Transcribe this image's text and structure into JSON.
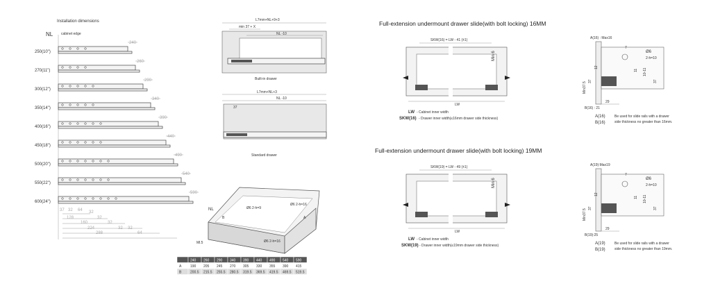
{
  "left": {
    "title": "Installation dimensions",
    "nl_label": "NL",
    "cabinet_edge": "cabinet edge",
    "slides": [
      {
        "nl": "250(10\")",
        "length": "240"
      },
      {
        "nl": "270(11\")",
        "length": "260"
      },
      {
        "nl": "300(12\")",
        "length": "290"
      },
      {
        "nl": "350(14\")",
        "length": "340"
      },
      {
        "nl": "400(16\")",
        "length": "390"
      },
      {
        "nl": "450(18\")",
        "length": "440"
      },
      {
        "nl": "500(20\")",
        "length": "490"
      },
      {
        "nl": "550(22\")",
        "length": "540"
      },
      {
        "nl": "600(24\")",
        "length": "590"
      }
    ],
    "hole_dims": [
      "37",
      "32",
      "64",
      "32",
      "128",
      "32",
      "160",
      "32",
      "224",
      "32",
      "32",
      "288",
      "64"
    ]
  },
  "center": {
    "builtin": {
      "top_dim": "L7mm+NL+9+3",
      "min_dim": "min 37 + X",
      "nl_dim": "NL -10",
      "caption": "Built-in drawer"
    },
    "standard": {
      "top_dim": "L7mm+NL+3",
      "nl_dim": "NL -10",
      "left_dim": "37",
      "caption": "Standard drawer"
    },
    "iso": {
      "labels": [
        "NL",
        "B",
        "A",
        "Ø6 2-h=9",
        "Ø6 2-h=16",
        "Ø6 2-h=16",
        "Ml.5"
      ]
    },
    "table": {
      "header": [
        "",
        "240",
        "260",
        "290",
        "340",
        "390",
        "440",
        "490",
        "540",
        "590"
      ],
      "rows": [
        [
          "A",
          "190",
          "205",
          "245",
          "270",
          "305",
          "330",
          "355",
          "390",
          "415"
        ],
        [
          "B",
          "200.5",
          "215.5",
          "255.5",
          "280.5",
          "319.5",
          "369.5",
          "419.5",
          "469.5",
          "519.5"
        ]
      ]
    }
  },
  "right": {
    "sections": [
      {
        "title": "Full-extension undermount drawer slide(with bolt locking) 16MM",
        "skw_dim": "SKW(16) = LW - 41 (±1)",
        "min_dim": "Min 6",
        "lw_dim": "LW",
        "legend_lw_key": "LW",
        "legend_lw": " - Cabinet inner width",
        "legend_skw_key": "SKW(16)",
        "legend_skw": " - Drawer inner width(≤16mm drawer side thickness)",
        "detail_dims": {
          "a": "A(16) : Max16",
          "b": "B(16) : 21",
          "w": "29",
          "hole": "Ø6",
          "h": "2-h=10",
          "seven": "7",
          "twelve": "12",
          "min": "Min37.5",
          "thirtyseven": "37",
          "eleven": "11",
          "ten": "10-11",
          "r37": "37"
        },
        "note_a": "A(16)",
        "note_b": "B(16)",
        "note": "Be used for slide rails with a drawer side thickness no greater than 16mm."
      },
      {
        "title": "Full-extension undermount drawer slide(with bolt locking) 19MM",
        "skw_dim": "SKW(19) = LW - 49 (±1)",
        "min_dim": "Min 6",
        "lw_dim": "LW",
        "legend_lw_key": "LW",
        "legend_lw": " - Cabinet inner width",
        "legend_skw_key": "SKW(19)",
        "legend_skw": " - Drawer inner width(≤19mm drawer side thickness)",
        "detail_dims": {
          "a": "A(19):Max19",
          "b": "B(19):25",
          "w": "29",
          "hole": "Ø6",
          "h": "2-h=10",
          "seven": "7",
          "twelve": "12",
          "min": "Min37.5",
          "thirtyseven": "37",
          "eleven": "11",
          "ten": "10-11",
          "r37": "37"
        },
        "note_a": "A(19)",
        "note_b": "B(19)",
        "note": "Be used for slide rails with a drawer side thickness no greater than 19mm."
      }
    ]
  }
}
